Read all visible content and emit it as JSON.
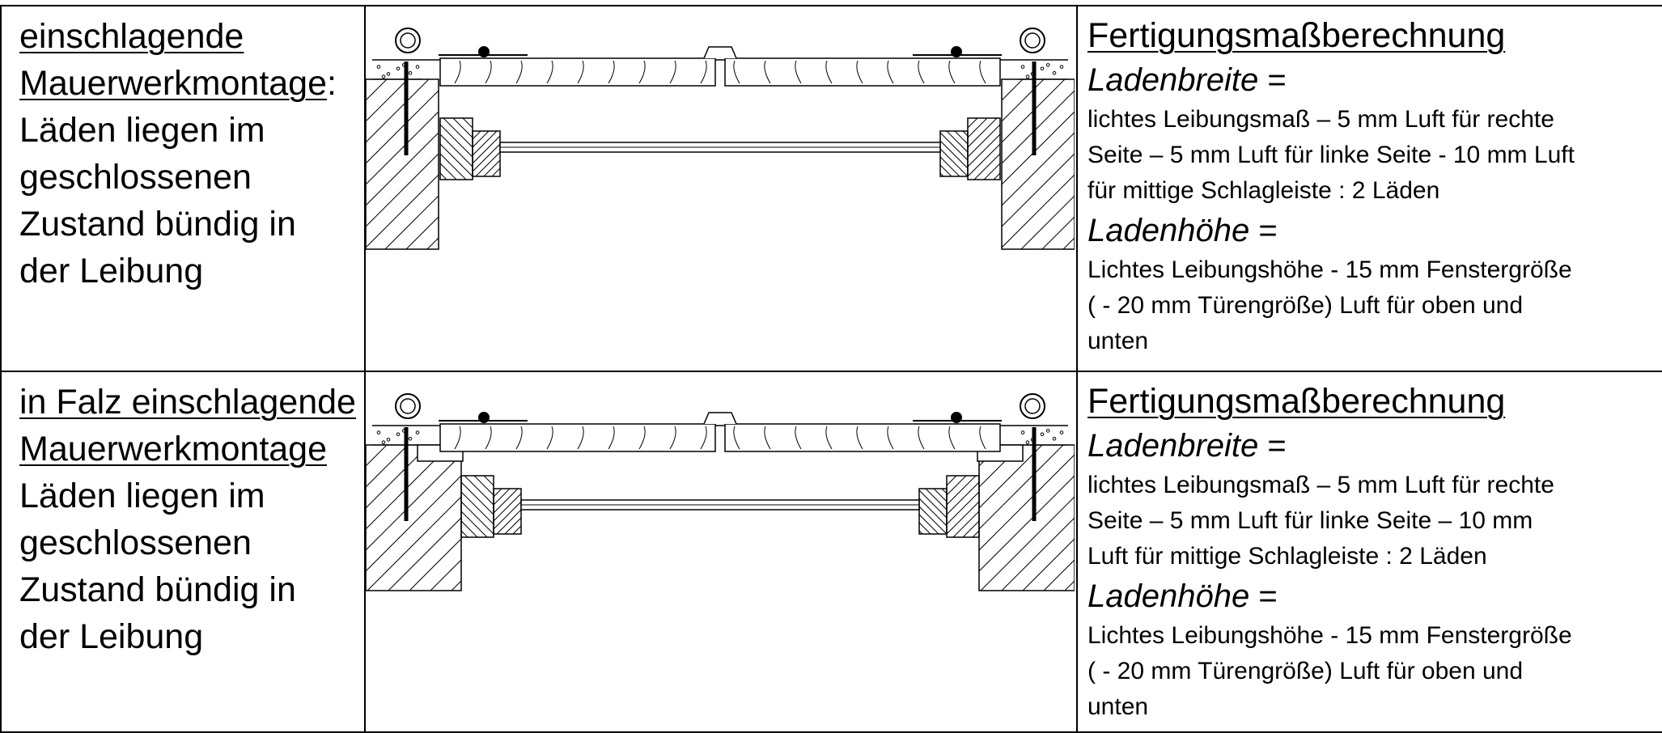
{
  "rows": [
    {
      "heading": [
        "einschlagende",
        "Mauerwerkmontage"
      ],
      "heading_colon": ":",
      "body_lines": [
        "Läden liegen im",
        "geschlossenen",
        "Zustand bündig in",
        "der Leibung"
      ],
      "calc": {
        "title": "Fertigungsmaßberechnung",
        "width_term": "Ladenbreite",
        "width_eq": " =",
        "width_lines": [
          "lichtes Leibungsmaß – 5 mm Luft für rechte",
          "Seite – 5 mm Luft für linke Seite - 10 mm Luft",
          "für mittige Schlagleiste : 2 Läden"
        ],
        "height_term": "Ladenhöhe",
        "height_eq": " =",
        "height_lines": [
          "Lichtes Leibungshöhe  - 15 mm Fenstergröße",
          "( - 20 mm Türengröße) Luft für oben und",
          "unten"
        ]
      }
    },
    {
      "heading": [
        "in Falz einschlagende",
        "Mauerwerkmontage"
      ],
      "heading_colon": "",
      "body_lines": [
        "Läden liegen im",
        "geschlossenen",
        "Zustand bündig in",
        "der Leibung"
      ],
      "calc": {
        "title": "Fertigungsmaßberechnung",
        "width_term": "Ladenbreite",
        "width_eq": " =",
        "width_lines": [
          "lichtes Leibungsmaß – 5 mm Luft für rechte",
          "Seite – 5 mm Luft für linke Seite – 10 mm",
          "Luft für mittige Schlagleiste : 2 Läden"
        ],
        "height_term": "Ladenhöhe",
        "height_eq": " =",
        "height_lines": [
          "Lichtes Leibungshöhe  - 15 mm Fenstergröße",
          "( - 20 mm Türengröße) Luft für oben und",
          "unten"
        ]
      }
    }
  ]
}
